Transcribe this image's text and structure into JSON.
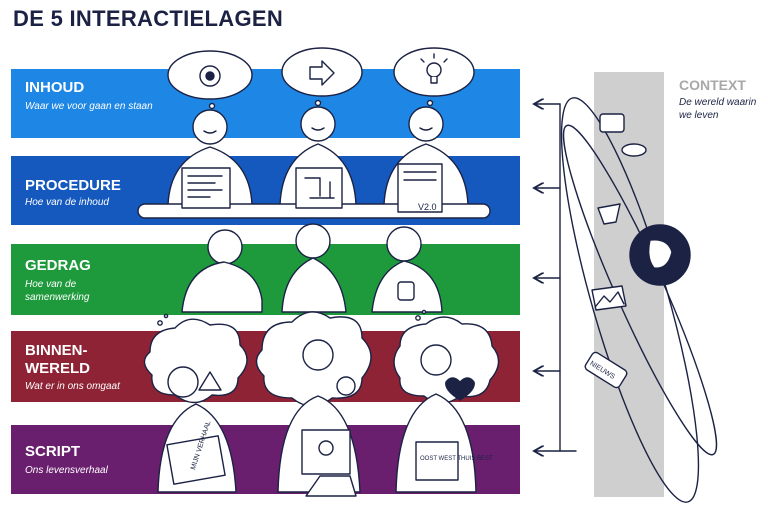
{
  "title": "DE 5 INTERACTIELAGEN",
  "layers": [
    {
      "label": "INHOUD",
      "sub": "Waar we voor gaan en staan",
      "color": "#1e86e4"
    },
    {
      "label": "PROCEDURE",
      "sub": "Hoe van de inhoud",
      "color": "#1559bf"
    },
    {
      "label": "GEDRAG",
      "sub": "Hoe van de samenwerking",
      "color": "#1e9a3c"
    },
    {
      "label": "BINNEN-WERELD",
      "sub": "Wat er in ons omgaat",
      "color": "#8f2336"
    },
    {
      "label": "SCRIPT",
      "sub": "Ons levensverhaal",
      "color": "#6a1f6e"
    }
  ],
  "context": {
    "title": "CONTEXT",
    "sub": "De wereld waarin we leven",
    "bar_color": "#cfcfcf"
  },
  "doodle_texts": {
    "board": "V2.0",
    "book": "MIJN VERHAAL",
    "card": "OOST WEST THUIS BEST",
    "newspaper": "NIEUWS"
  }
}
